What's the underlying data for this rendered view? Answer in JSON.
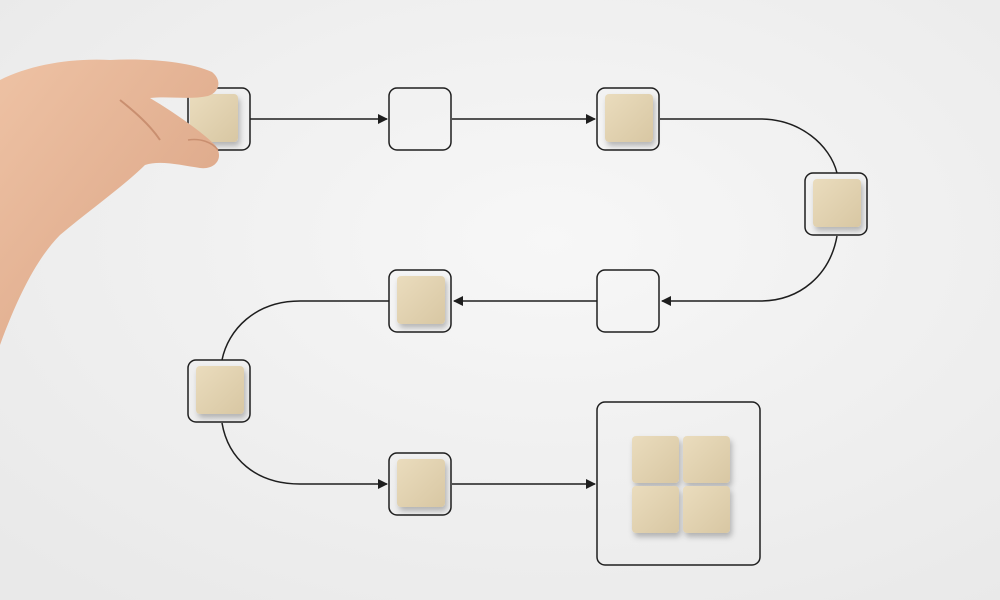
{
  "colors": {
    "background": "#f2f2f2",
    "line": "#1e1e1e",
    "block": "#e2d3b3",
    "block_shade": "#c9b894",
    "skin": "#e9b99a",
    "skin_shade": "#d39e80"
  },
  "flowchart": {
    "nodes": [
      {
        "name": "node-1",
        "filled": true
      },
      {
        "name": "node-2",
        "filled": false
      },
      {
        "name": "node-3",
        "filled": true
      },
      {
        "name": "node-4",
        "filled": true
      },
      {
        "name": "node-5",
        "filled": false
      },
      {
        "name": "node-6",
        "filled": true
      },
      {
        "name": "node-7",
        "filled": true
      },
      {
        "name": "node-8",
        "filled": true
      },
      {
        "name": "node-final",
        "filled": true,
        "blocks": 4
      }
    ]
  },
  "hand": {
    "present": true
  }
}
